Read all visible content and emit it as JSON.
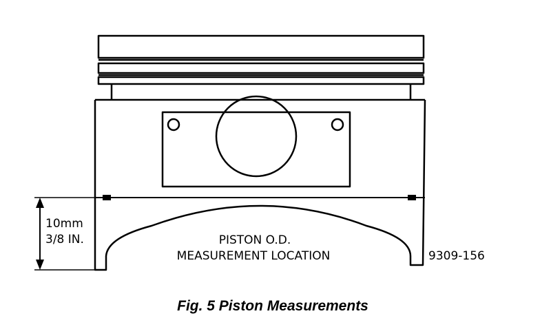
{
  "figure": {
    "dimension_line1": "10mm",
    "dimension_line2": "3/8 IN.",
    "label_line1": "PISTON O.D.",
    "label_line2": "MEASUREMENT LOCATION",
    "figure_number": "9309-156",
    "caption": "Fig. 5 Piston Measurements"
  }
}
